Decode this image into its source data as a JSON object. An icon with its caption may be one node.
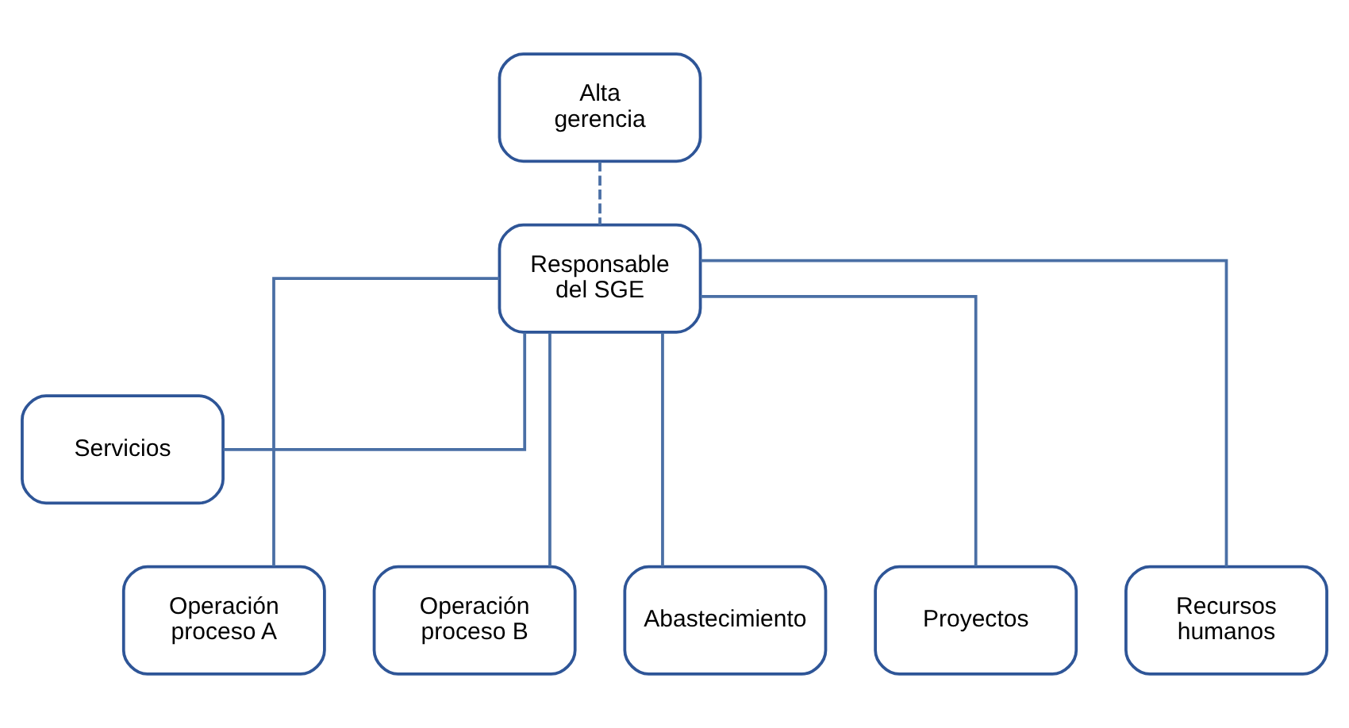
{
  "diagram": {
    "nodes": [
      {
        "text": [
          "Alta gerencia"
        ]
      },
      {
        "text": [
          "Responsable del SGE"
        ]
      },
      {
        "text": [
          "Servicios"
        ]
      },
      {
        "text": [
          "Operación proceso A"
        ]
      },
      {
        "text": [
          "Operación proceso B"
        ]
      },
      {
        "text": [
          "Abastecimiento"
        ]
      },
      {
        "text": [
          "Proyectos"
        ]
      },
      {
        "text": [
          "Recursos humanos"
        ]
      }
    ],
    "edges": [
      {
        "from": 0,
        "to": 1,
        "arrow": "none",
        "style": "dashed"
      },
      {
        "from": 1,
        "to": 2,
        "arrow": "none"
      },
      {
        "from": 1,
        "to": 3,
        "arrow": "none"
      },
      {
        "from": 1,
        "to": 4,
        "arrow": "none"
      },
      {
        "from": 1,
        "to": 5,
        "arrow": "none"
      },
      {
        "from": 1,
        "to": 6,
        "arrow": "none"
      },
      {
        "from": 1,
        "to": 7,
        "arrow": "none"
      }
    ]
  }
}
